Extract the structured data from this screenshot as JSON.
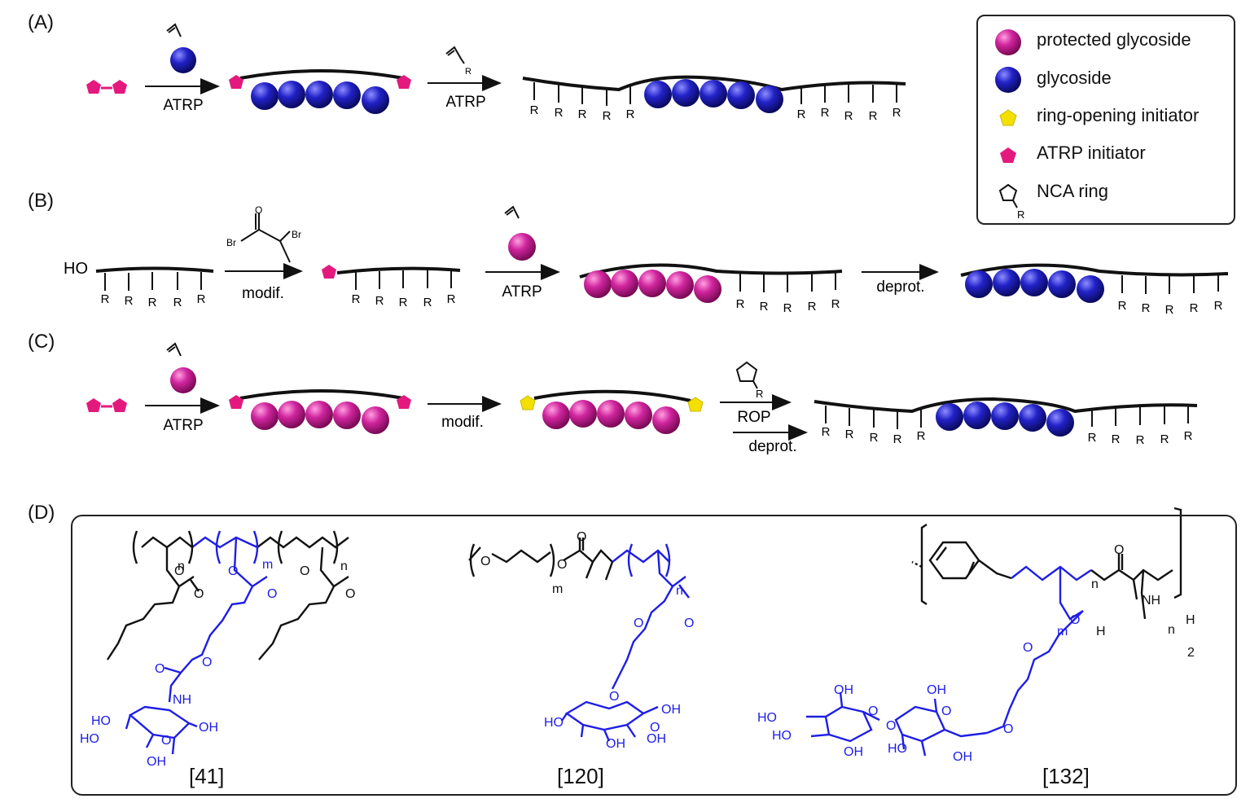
{
  "panels": {
    "a": "(A)",
    "b": "(B)",
    "c": "(C)",
    "d": "(D)"
  },
  "legend": {
    "items": [
      {
        "label": "protected glycoside",
        "icon": "magenta-sphere-icon"
      },
      {
        "label": "glycoside",
        "icon": "blue-sphere-icon"
      },
      {
        "label": "ring-opening initiator",
        "icon": "yellow-pentagon-icon"
      },
      {
        "label": "ATRP initiator",
        "icon": "pink-pentagon-icon"
      },
      {
        "label": "NCA ring",
        "icon": "nca-ring-icon"
      }
    ],
    "nca_r": "R"
  },
  "arrows": {
    "atrp": "ATRP",
    "modif": "modif.",
    "deprot": "deprot.",
    "rop": "ROP"
  },
  "chem": {
    "r": "R",
    "br": "Br",
    "o": "O",
    "ho": "HO",
    "n": "n",
    "m": "m",
    "nh": "NH",
    "oh": "OH",
    "h": "H",
    "two": "2"
  },
  "refs": [
    "[41]",
    "[120]",
    "[132]"
  ],
  "colors": {
    "magenta": "#c0168a",
    "blue": "#1a1acc",
    "yellow": "#f3e000",
    "pink": "#e4197d",
    "chemblue": "#1e1ee6"
  }
}
